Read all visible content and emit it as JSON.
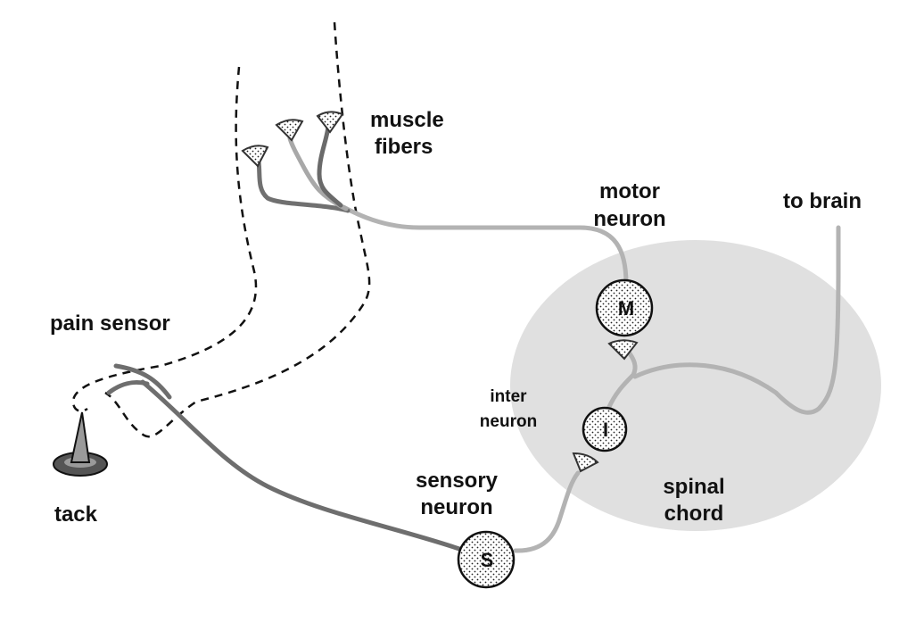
{
  "labels": {
    "muscle_fibers": [
      "muscle",
      "fibers"
    ],
    "motor_neuron": [
      "motor",
      "neuron"
    ],
    "to_brain": "to brain",
    "pain_sensor": "pain sensor",
    "inter_neuron": [
      "inter",
      "neuron"
    ],
    "sensory_neuron": [
      "sensory",
      "neuron"
    ],
    "spinal_chord": [
      "spinal",
      "chord"
    ],
    "tack": "tack"
  },
  "cells": {
    "motor": "M",
    "inter": "I",
    "sensory": "S"
  }
}
